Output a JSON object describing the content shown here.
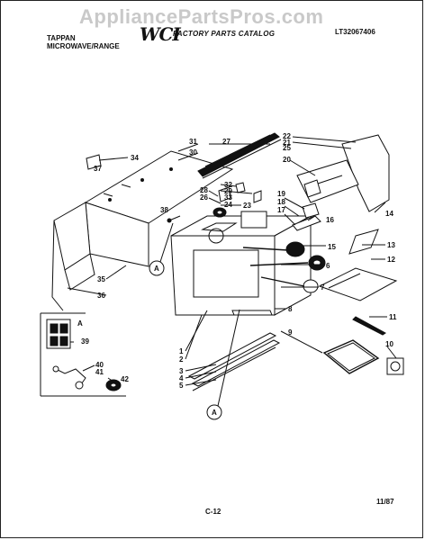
{
  "watermark": "AppliancePartsPros.com",
  "header": {
    "brand_line1": "TAPPAN",
    "brand_line2": "MICROWAVE/RANGE",
    "logo": "WCI",
    "catalog_title": "FACTORY PARTS CATALOG",
    "doc_number": "LT32067406"
  },
  "footer": {
    "page": "C-12",
    "date": "11/87"
  },
  "callouts": {
    "a_upper": "A",
    "a_lower": "A",
    "a_inset": "A"
  },
  "part_numbers": [
    "1",
    "2",
    "3",
    "4",
    "5",
    "6",
    "7",
    "8",
    "9",
    "10",
    "11",
    "12",
    "13",
    "14",
    "15",
    "16",
    "17",
    "18",
    "19",
    "20",
    "21",
    "22",
    "23",
    "24",
    "25",
    "26",
    "27",
    "28",
    "29",
    "30",
    "31",
    "32",
    "33",
    "34",
    "35",
    "36",
    "37",
    "38",
    "39",
    "40",
    "41",
    "42"
  ]
}
